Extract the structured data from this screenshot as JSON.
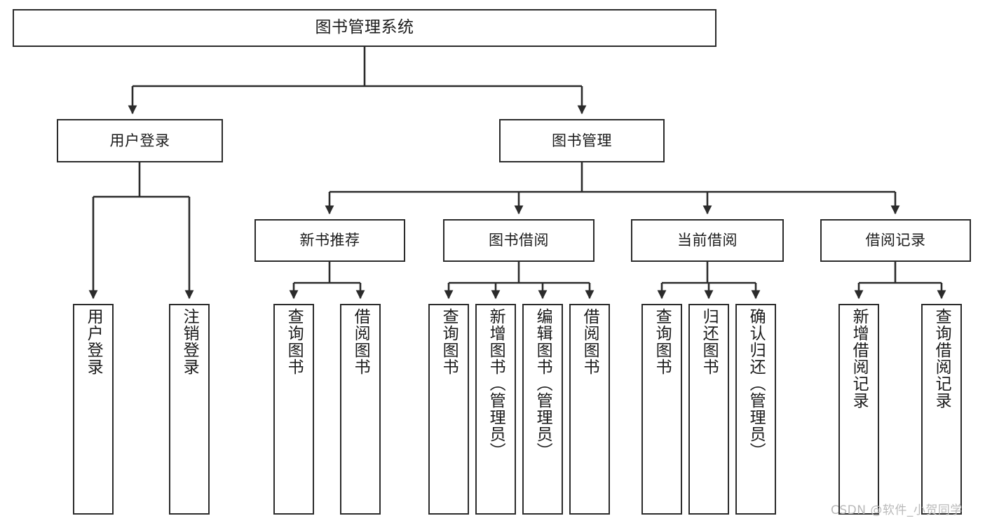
{
  "diagram": {
    "title": "图书管理系统",
    "type": "hierarchy-tree",
    "watermark": "CSDN @软件_小贺同学",
    "colors": {
      "box_border": "#2b2b2b",
      "box_fill": "#ffffff",
      "connector": "#2b2b2b",
      "text": "#1b1b1b",
      "watermark": "#b9b9b9",
      "background": "#ffffff"
    },
    "root": {
      "label": "图书管理系统"
    },
    "level1": [
      {
        "id": "user-login",
        "label": "用户登录"
      },
      {
        "id": "book-manage",
        "label": "图书管理"
      }
    ],
    "level2": [
      {
        "id": "new-book-recommend",
        "label": "新书推荐",
        "parent": "book-manage"
      },
      {
        "id": "book-borrow",
        "label": "图书借阅",
        "parent": "book-manage"
      },
      {
        "id": "current-borrow",
        "label": "当前借阅",
        "parent": "book-manage"
      },
      {
        "id": "borrow-record",
        "label": "借阅记录",
        "parent": "book-manage"
      }
    ],
    "leaves": [
      {
        "id": "leaf-user-login",
        "label": "用户登录",
        "parent": "user-login"
      },
      {
        "id": "leaf-user-logout",
        "label": "注销登录",
        "parent": "user-login"
      },
      {
        "id": "leaf-query-book-1",
        "label": "查询图书",
        "parent": "new-book-recommend"
      },
      {
        "id": "leaf-borrow-book-1",
        "label": "借阅图书",
        "parent": "new-book-recommend"
      },
      {
        "id": "leaf-query-book-2",
        "label": "查询图书",
        "parent": "book-borrow"
      },
      {
        "id": "leaf-add-book",
        "label": "新增图书（管理员）",
        "parent": "book-borrow"
      },
      {
        "id": "leaf-edit-book",
        "label": "编辑图书（管理员）",
        "parent": "book-borrow"
      },
      {
        "id": "leaf-borrow-book-2",
        "label": "借阅图书",
        "parent": "book-borrow"
      },
      {
        "id": "leaf-query-book-3",
        "label": "查询图书",
        "parent": "current-borrow"
      },
      {
        "id": "leaf-return-book",
        "label": "归还图书",
        "parent": "current-borrow"
      },
      {
        "id": "leaf-confirm-return",
        "label": "确认归还（管理员）",
        "parent": "current-borrow"
      },
      {
        "id": "leaf-add-record",
        "label": "新增借阅记录",
        "parent": "borrow-record"
      },
      {
        "id": "leaf-query-record",
        "label": "查询借阅记录",
        "parent": "borrow-record"
      }
    ]
  }
}
